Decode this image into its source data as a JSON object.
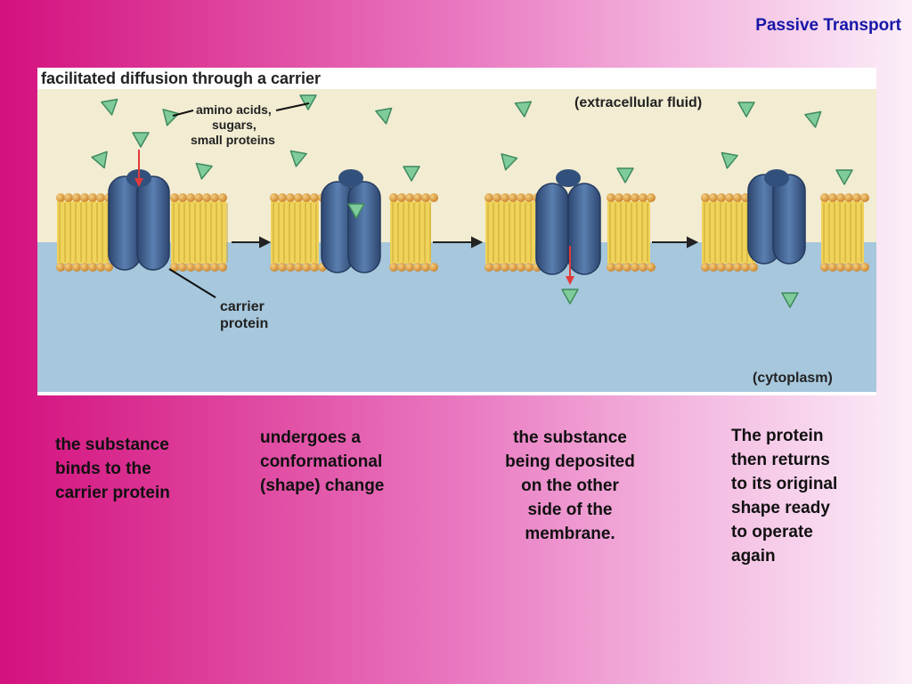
{
  "slide": {
    "title": "Passive Transport"
  },
  "figure": {
    "heading": "facilitated diffusion through a carrier",
    "label_extracellular": "(extracellular fluid)",
    "label_cytoplasm": "(cytoplasm)",
    "label_substances": [
      "amino acids,",
      "sugars,",
      "small proteins"
    ],
    "label_carrier": [
      "carrier",
      "protein"
    ],
    "colors": {
      "extracellular": "#f2ecd2",
      "cytoplasm": "#a6c7dc",
      "lipid_head": "#e6a43c",
      "lipid_tail": "#f0d35a",
      "protein": "#3e5f8c",
      "molecule": "#7fcc9a",
      "arrow": "#e23a3a"
    }
  },
  "captions": [
    "the substance\nbinds to the\ncarrier protein",
    "undergoes a\nconformational\n(shape) change",
    "the substance\nbeing deposited\non the other\nside of the\nmembrane.",
    "The protein\nthen returns\nto its original\nshape ready\nto operate\nagain"
  ]
}
